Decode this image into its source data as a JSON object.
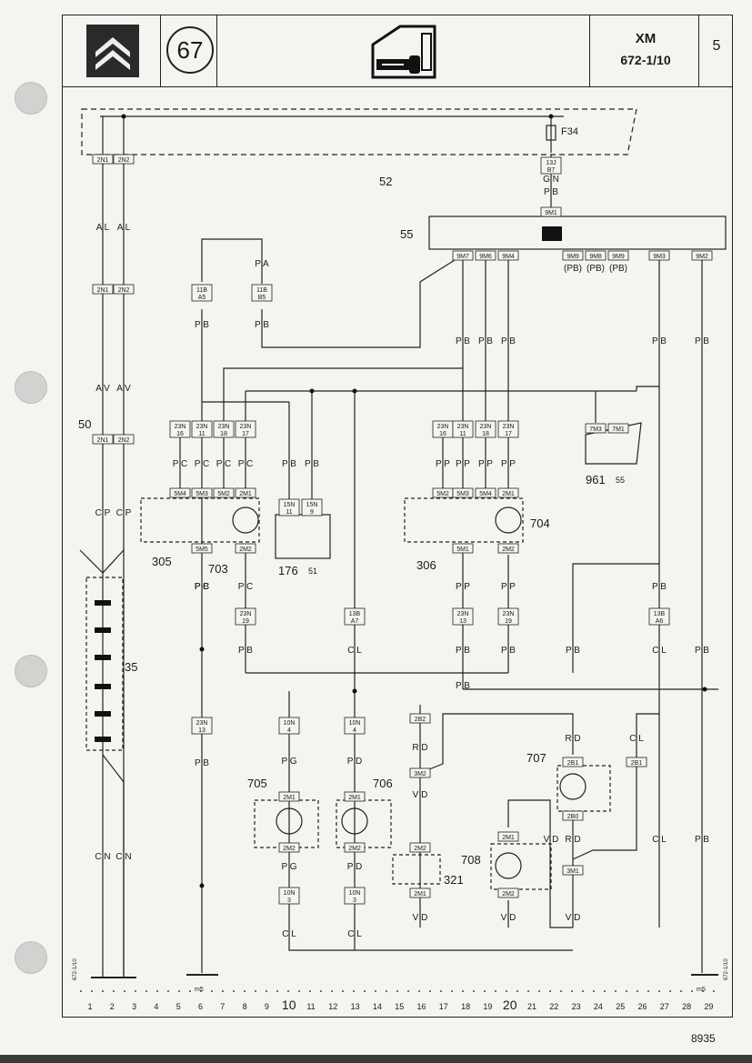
{
  "header": {
    "circle_code": "67",
    "model": "XM",
    "reference": "672-1/10",
    "page": "5"
  },
  "footer": {
    "doc_number": "8935"
  },
  "components": {
    "fuse": "F34",
    "c52": "52",
    "c55": "55",
    "c50": "50",
    "c35": "35",
    "c305": "305",
    "c703": "703",
    "c176": "176",
    "c176_ref": "51",
    "c306": "306",
    "c704": "704",
    "c961": "961",
    "c961_ref": "55",
    "c705": "705",
    "c706": "706",
    "c707": "707",
    "c708": "708",
    "c321": "321"
  },
  "connectors": [
    "2N1",
    "2N2",
    "13J B7",
    "9M1",
    "9M7",
    "9M6",
    "9M4",
    "9M9",
    "9M8",
    "9M9",
    "9M3",
    "9M2",
    "2N1",
    "2N2",
    "11B A5",
    "11B B5",
    "2N1",
    "2N2",
    "23N 16",
    "23N 11",
    "23N 18",
    "23N 17",
    "23N 16",
    "23N 11",
    "23N 18",
    "23N 17",
    "5M4",
    "5M3",
    "5M2",
    "2M1",
    "5M5",
    "2M2",
    "15N 11",
    "15N 9",
    "5M2",
    "5M3",
    "5M4",
    "2M1",
    "5M1",
    "2M2",
    "7M3",
    "7M1",
    "23N 19",
    "13B A7",
    "23N 13",
    "23N 19",
    "13B A6",
    "23N 13",
    "10N 4",
    "10N 4",
    "2B2",
    "3M2",
    "2B1",
    "2B1",
    "2B0",
    "2M1",
    "2M2",
    "2M1",
    "2M2",
    "2M2",
    "2M1",
    "2M1",
    "2M2",
    "3M1",
    "10N 3",
    "10N 3"
  ],
  "wire_labels": [
    "G N",
    "P B",
    "A L",
    "A L",
    "P A",
    "P B",
    "P B",
    "A V",
    "A V",
    "P B",
    "P B",
    "P B",
    "P B",
    "P B",
    "P B",
    "P C",
    "P C",
    "P C",
    "P C",
    "P B",
    "P B",
    "P P",
    "P P",
    "P P",
    "P P",
    "C P",
    "C P",
    "P C",
    "P C",
    "P B",
    "C L",
    "P P",
    "P P",
    "P B",
    "P B",
    "P B",
    "P B",
    "P B",
    "C L",
    "P B",
    "P B",
    "P G",
    "P D",
    "R D",
    "V D",
    "R D",
    "C L",
    "V D",
    "R D",
    "C L",
    "P G",
    "P D",
    "C L",
    "C L",
    "V D",
    "V D",
    "V D",
    "P B",
    "C N",
    "C N",
    "(PB)",
    "(PB)",
    "(PB)"
  ],
  "grid_numbers": [
    "1",
    "2",
    "3",
    "4",
    "5",
    "6",
    "7",
    "8",
    "9",
    "10",
    "11",
    "12",
    "13",
    "14",
    "15",
    "16",
    "17",
    "18",
    "19",
    "20",
    "21",
    "22",
    "23",
    "24",
    "25",
    "26",
    "27",
    "28",
    "29"
  ],
  "side_code": "672-1/10",
  "ground_mark": "m5"
}
